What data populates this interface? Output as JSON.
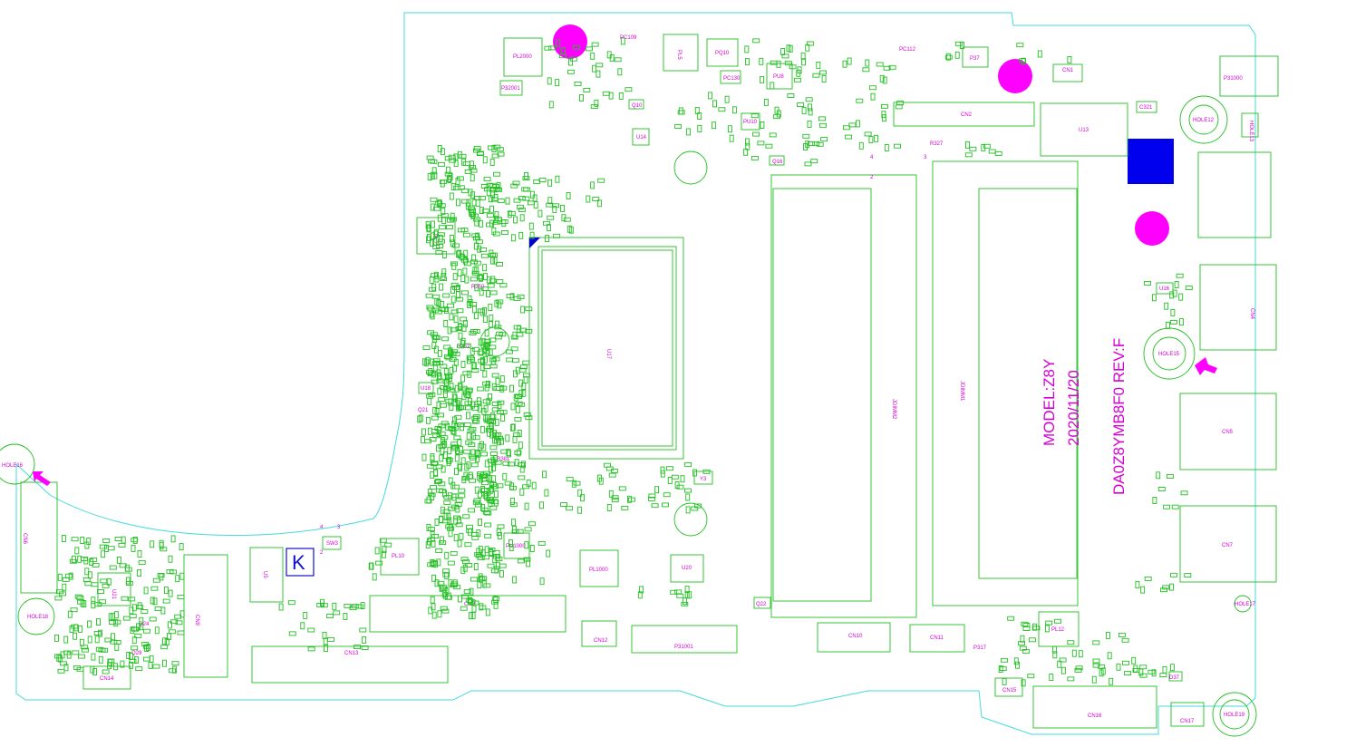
{
  "board": {
    "model_line1": "MODEL:Z8Y",
    "model_line2": "2020/11/20",
    "model_line3": "DA0Z8YMB8F0 REV:F",
    "revision_mark": "K",
    "colors": {
      "outline": "#44dada",
      "component": "#22c022",
      "label": "#d600d6",
      "marker_fill": "#ff00ff",
      "chip_fill": "#0000ee"
    }
  },
  "components": {
    "cn": [
      "CN2",
      "CN4",
      "CN5",
      "CN7",
      "CN8",
      "CN9",
      "CN10",
      "CN11",
      "CN12",
      "CN13",
      "CN14",
      "CN15",
      "CN16",
      "CN17",
      "CN6",
      "CN1"
    ],
    "holes": [
      "HOLE12",
      "HOLE13",
      "HOLE15",
      "HOLE16",
      "HOLE17",
      "HOLE18",
      "HOLE19"
    ],
    "power": [
      "PL2000",
      "PL5",
      "PL7",
      "PL10",
      "PL12",
      "PL1000",
      "PU8",
      "PU10",
      "PU1000",
      "PQ10"
    ],
    "ics": [
      "U13",
      "U16",
      "U17",
      "U20",
      "U21",
      "U14",
      "U18",
      "U5"
    ],
    "ports": [
      "P31000",
      "P31001",
      "P32001",
      "P37",
      "P317"
    ],
    "misc": [
      "PC109",
      "PC112",
      "PC130",
      "C321",
      "R327",
      "R350",
      "R362",
      "R381",
      "Q10",
      "Q16",
      "Q21",
      "Q22",
      "Q24",
      "Q29",
      "Y3",
      "SW3",
      "D37"
    ],
    "dimm_left": "JDIMM2",
    "dimm_right": "JDIMM1",
    "pin_marks": [
      "1",
      "2",
      "3",
      "4"
    ]
  }
}
